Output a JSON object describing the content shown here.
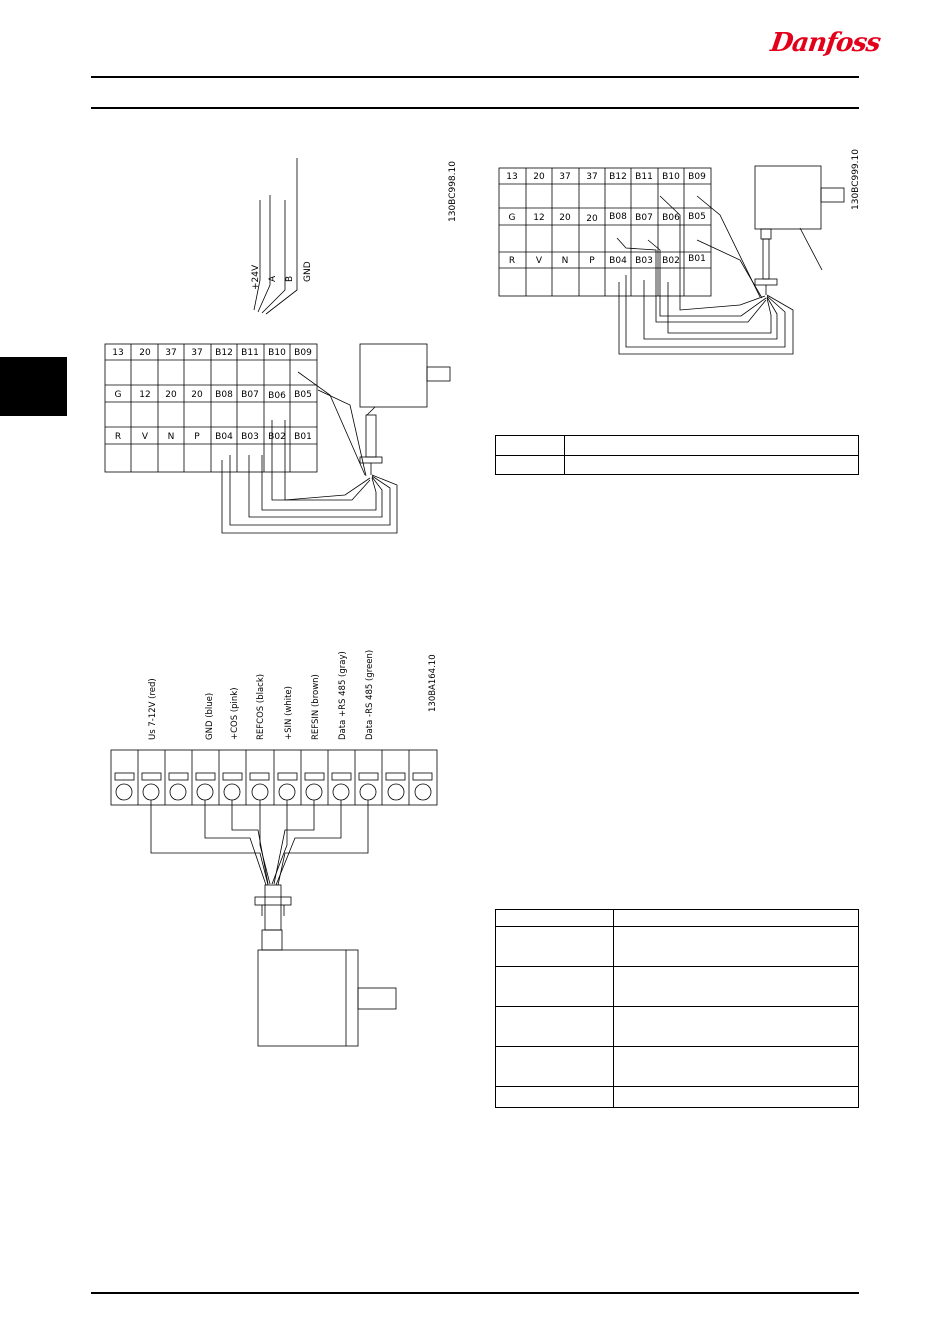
{
  "header": {
    "brand": "Danfoss"
  },
  "figure_1": {
    "code": "130BC998.10",
    "wire_labels": [
      "+24V",
      "A",
      "B",
      "GND"
    ],
    "terminal_rows": [
      [
        "13",
        "20",
        "37",
        "37",
        "B12",
        "B11",
        "B10",
        "B09"
      ],
      [
        "G",
        "12",
        "20",
        "20",
        "B08",
        "B07",
        "B06",
        "B05"
      ],
      [
        "R",
        "V",
        "N",
        "P",
        "B04",
        "B03",
        "B02",
        "B01"
      ]
    ]
  },
  "figure_2": {
    "code": "130BC999.10",
    "terminal_rows": [
      [
        "13",
        "20",
        "37",
        "37",
        "B12",
        "B11",
        "B10",
        "B09"
      ],
      [
        "G",
        "12",
        "20",
        "20",
        "B08",
        "B07",
        "B06",
        "B05"
      ],
      [
        "R",
        "V",
        "N",
        "P",
        "B04",
        "B03",
        "B02",
        "B01"
      ]
    ]
  },
  "figure_3": {
    "code": "130BA164.10",
    "signal_labels": [
      "Us 7-12V (red)",
      "GND (blue)",
      "+COS (pink)",
      "REFCOS (black)",
      "+SIN (white)",
      "REFSIN (brown)",
      "Data +RS 485 (gray)",
      "Data -RS 485 (green)"
    ]
  }
}
